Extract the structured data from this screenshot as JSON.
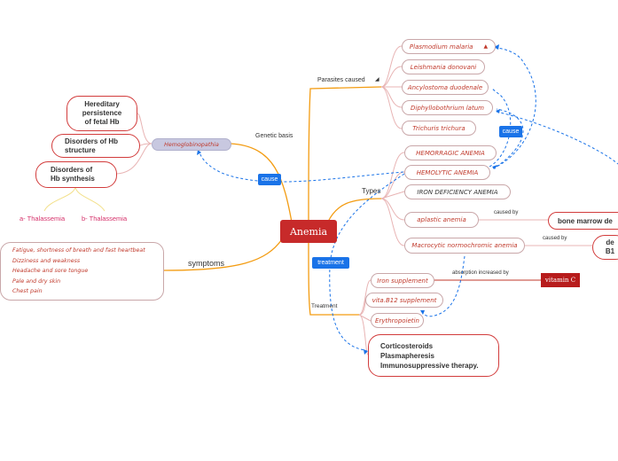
{
  "colors": {
    "central": "#c72a2a",
    "accent_blue": "#1a73e8",
    "branch_orange": "#f39c12",
    "node_border": "#c9a7a9",
    "text_red": "#c0392b",
    "vitamin_c": "#b71c1c"
  },
  "central": {
    "label": "Anemia"
  },
  "branches": {
    "parasites_label": "Parasites caused",
    "genetic_label": "Genetic basis",
    "types_label": "Types",
    "symptoms_label": "symptoms",
    "treatment_label": "Treatment"
  },
  "parasites": [
    "Plasmodium malaria",
    "Leishmania donovani",
    "Ancylostoma duodenale",
    "Diphyllobothrium latum",
    "Trichuris trichura"
  ],
  "genetic": {
    "hemoglobinopathia": "Hemoglobinopathia",
    "hereditary": "Hereditary\npersistence\nof fetal Hb",
    "structure": "Disorders of Hb\nstructure",
    "synthesis": "Disorders of\nHb synthesis",
    "alpha_thal": "a- Thalassemia",
    "beta_thal": "b- Thalassemia"
  },
  "types": [
    "HEMORRAGIC ANEMIA",
    "HEMOLYTIC ANEMIA",
    "IRON DEFICIENCY ANEMIA",
    "aplastic anemia",
    "Macrocytic normochromic anemia"
  ],
  "caused_by": {
    "label1": "caused by",
    "label2": "caused by",
    "bone_marrow": "bone marrow de",
    "deficiency_line1": "de",
    "deficiency_line2": "B1"
  },
  "symptoms": [
    "Fatigue, shortness of breath and fast heartbeat",
    "Dizziness and weakness",
    "Headache and sore tongue",
    "Pale and dry skin",
    "Chest pain"
  ],
  "treatment": {
    "iron": "Iron supplement",
    "b12": "vita.B12 supplement",
    "epo": "Erythropoietin",
    "other": "Corticosteroids\nPlasmapheresis\nImmunosuppressive therapy.",
    "absorption_label": "absorption increased by",
    "vitamin_c": "vitamin C"
  },
  "tags": {
    "cause_right": "cause",
    "cause_left": "cause",
    "treatment": "treatment"
  }
}
